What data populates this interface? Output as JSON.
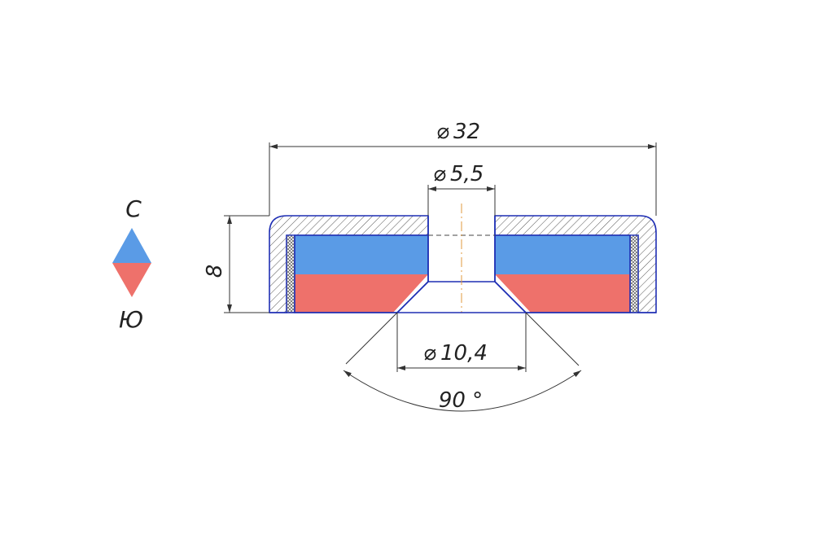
{
  "legend": {
    "north_label": "С",
    "south_label": "Ю",
    "north_color": "#5a9be6",
    "south_color": "#ee716b"
  },
  "dimensions": {
    "outer_diameter": "32",
    "hole_diameter": "5,5",
    "countersink_diameter": "10,4",
    "height": "8",
    "countersink_angle": "90 °"
  },
  "colors": {
    "outline": "#1f2fb4",
    "magnet_north": "#5a9be6",
    "magnet_south": "#ee716b",
    "dimension": "#333333",
    "centerline": "#e29a3c"
  }
}
